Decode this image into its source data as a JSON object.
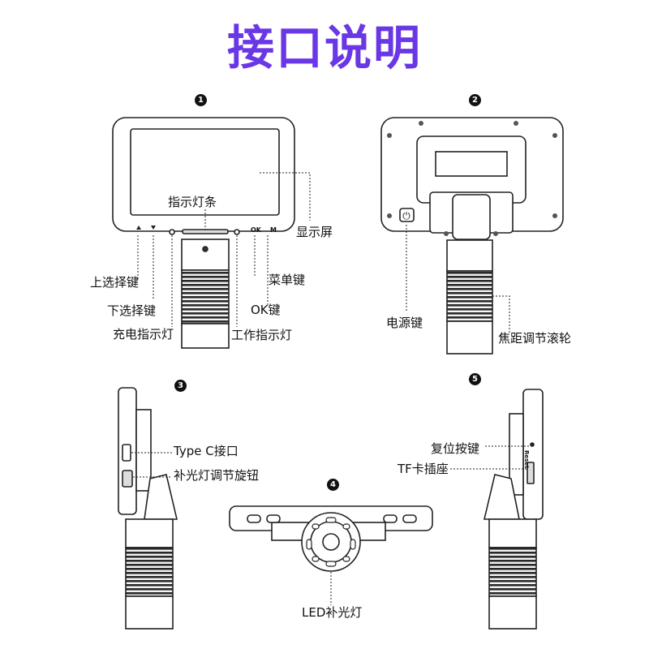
{
  "title": "接口说明",
  "views": [
    {
      "number": "1"
    },
    {
      "number": "2"
    },
    {
      "number": "3"
    },
    {
      "number": "4"
    },
    {
      "number": "5"
    }
  ],
  "labels": {
    "indicator_strip": "指示灯条",
    "display": "显示屏",
    "up_key": "上选择键",
    "down_key": "下选择键",
    "charge_led": "充电指示灯",
    "menu_key": "菜单键",
    "ok_key": "OK键",
    "work_led": "工作指示灯",
    "power_key": "电源键",
    "focus_wheel": "焦距调节滚轮",
    "type_c": "Type C接口",
    "fill_light_knob": "补光灯调节旋钮",
    "reset_key": "复位按键",
    "tf_slot": "TF卡插座",
    "led_light": "LED补光灯"
  },
  "device_markings": {
    "ok": "OK",
    "menu": "M",
    "reset": "Reset"
  },
  "colors": {
    "title": "#6a37e6",
    "line": "#222222"
  }
}
